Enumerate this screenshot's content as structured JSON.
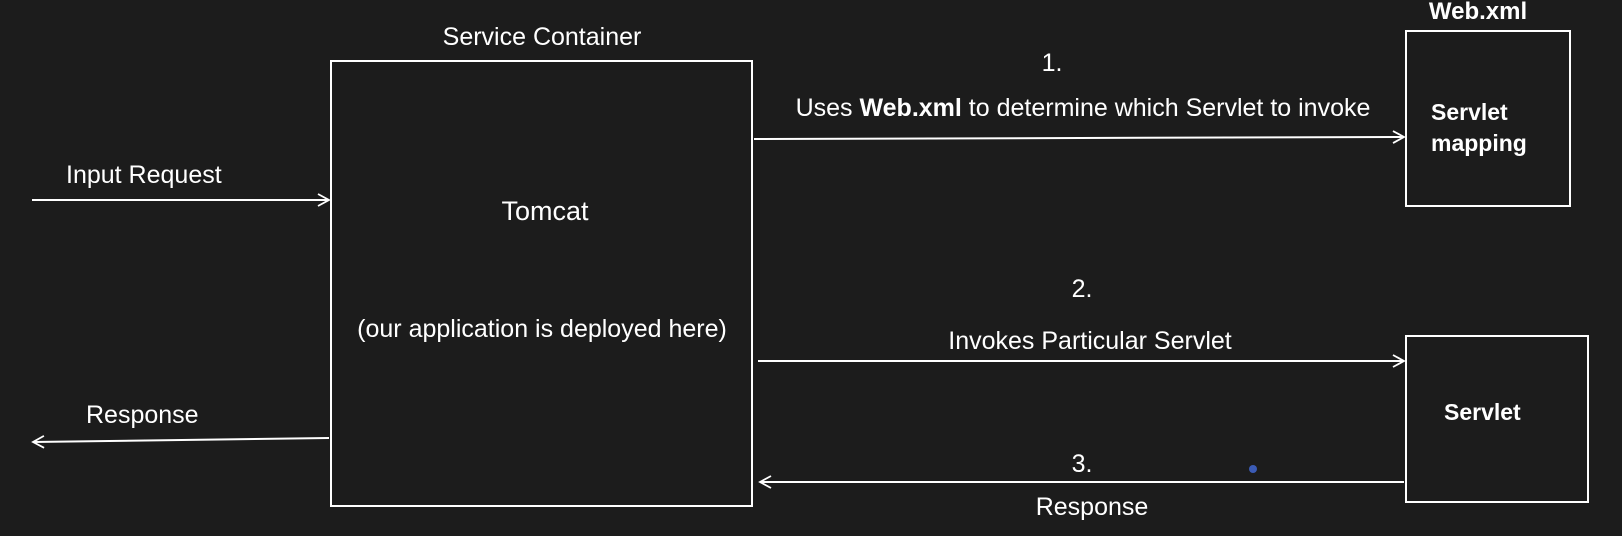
{
  "labels": {
    "service_container": "Service Container",
    "tomcat": "Tomcat",
    "deployed_note": "(our application is deployed here)",
    "input_request": "Input Request",
    "response_left": "Response",
    "step1_number": "1.",
    "step1_prefix": "Uses ",
    "step1_bold": "Web.xml",
    "step1_suffix": " to determine which Servlet to invoke",
    "step2_number": "2.",
    "step2_text": "Invokes Particular Servlet",
    "step3_number": "3.",
    "step3_text": "Response",
    "webxml_title": "Web.xml",
    "servlet_mapping_line1": "Servlet",
    "servlet_mapping_line2": "mapping",
    "servlet_box": "Servlet"
  },
  "colors": {
    "background": "#1c1c1c",
    "line": "#ffffff",
    "text": "#ffffff",
    "dot": "#3b5bb5"
  }
}
